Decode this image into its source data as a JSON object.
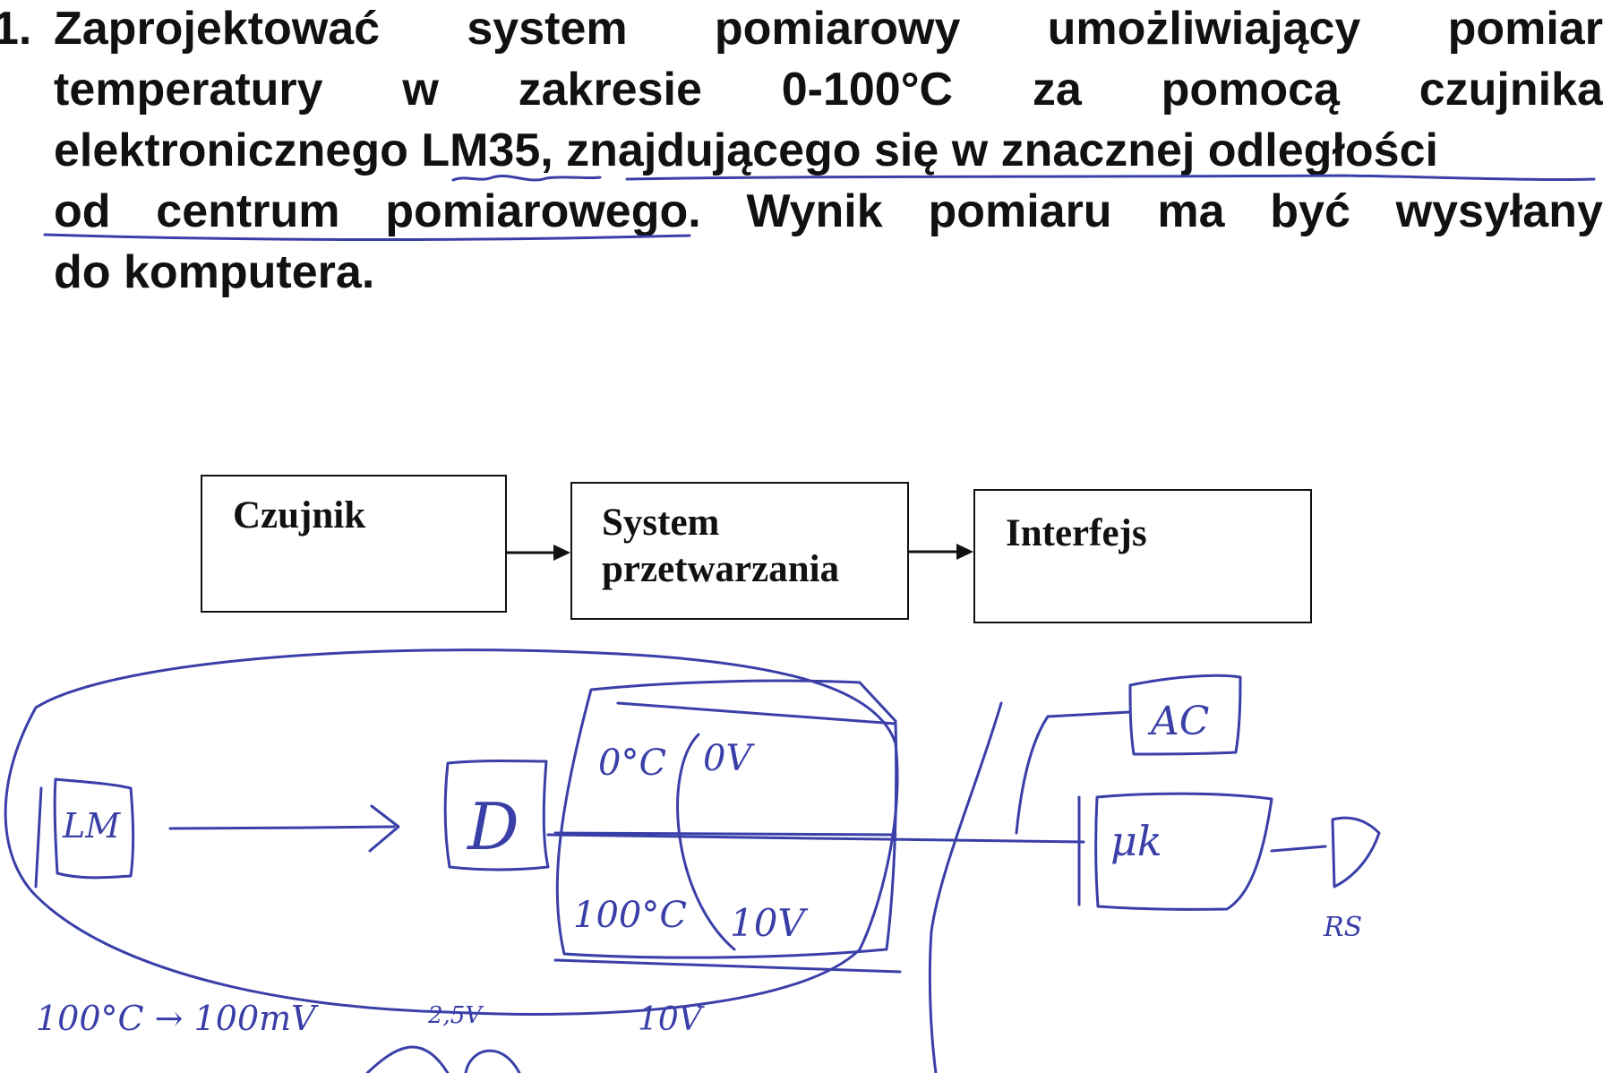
{
  "task": {
    "number": "1.",
    "line1": [
      "Zaprojektować",
      "system",
      "pomiarowy",
      "umożliwiający",
      "pomiar"
    ],
    "line2": [
      "temperatury",
      "w",
      "zakresie",
      "0-100°C",
      "za",
      "pomocą",
      "czujnika"
    ],
    "line3_a": "elektronicznego ",
    "line3_b": "LM35",
    "line3_c": ", znajdującego się w znacznej odległości",
    "line4": [
      "od",
      "centrum",
      "pomiarowego.",
      "Wynik",
      "pomiaru",
      "ma",
      "być",
      "wysyłany"
    ],
    "line5": "do komputera."
  },
  "diagram": {
    "blocks": [
      "Czujnik",
      "System przetwarzania",
      "Interfejs"
    ]
  },
  "handwriting": {
    "sensor_box": "LM",
    "opamp_symbol": "D",
    "scale_top_left": "0°C",
    "scale_top_right": "0V",
    "scale_bottom_left": "100°C",
    "scale_bottom_right": "10V",
    "adc_box": "AC",
    "mcu_box": "μk",
    "port_label": "RS",
    "bottom_note": "100°C → 100mV",
    "bottom_gain": "2,5V",
    "bottom_volt": "10V"
  },
  "colors": {
    "ink": "#111111",
    "pen": "#3a3fa8",
    "paper": "#ffffff"
  }
}
